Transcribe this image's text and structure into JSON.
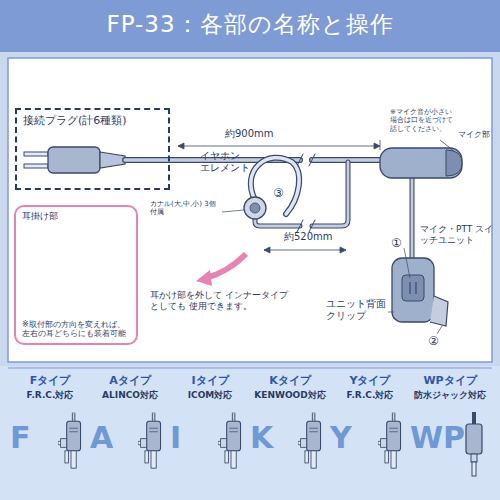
{
  "diagram": {
    "title": "FP-33：各部の名称と操作",
    "nodes": [
      {
        "text": [
          "接続プラグ(計6種類)"
        ]
      },
      {
        "text": [
          "耳掛け部",
          "※取付部の方向を変えれば、左右の耳どちらにも装着可能"
        ]
      }
    ],
    "labels": [
      "約900mm",
      "※マイク音が小さい場合は口を近づけて話してください。",
      "マイク部",
      "イヤホン エレメント",
      "③",
      "カナル(大,中,小) 3個付属",
      "約520mm",
      "①",
      "マイク・PTT スイッチユニット",
      "②",
      "ユニット背面 クリップ",
      "耳かけ部を外して インナータイプとしても 使用できます。",
      "Fタイプ",
      "F.R.C.対応",
      "F",
      "Aタイプ",
      "ALINCO対応",
      "A",
      "Iタイプ",
      "ICOM対応",
      "I",
      "Kタイプ",
      "KENWOOD対応",
      "K",
      "Yタイプ",
      "F.R.C.対応",
      "Y",
      "WPタイプ",
      "防水ジャック対応",
      "WP"
    ]
  }
}
